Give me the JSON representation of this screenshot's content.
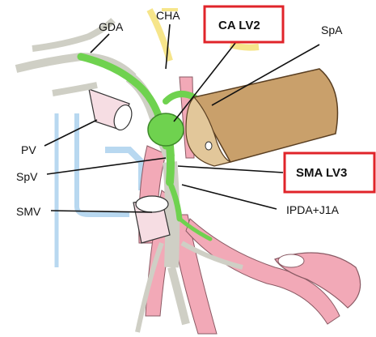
{
  "labels": {
    "gda": "GDA",
    "cha": "CHA",
    "ca_lv2": "CA LV2",
    "spa": "SpA",
    "pv": "PV",
    "spv": "SpV",
    "sma_lv3": "SMA LV3",
    "smv": "SMV",
    "ipda_j1a": "IPDA+J1A"
  },
  "colors": {
    "highlight_box": "#e0242a",
    "leader_line": "#111111",
    "artery": "#f2a9b7",
    "artery_outline": "#8a5a64",
    "vein": "#b8d8f0",
    "nerve": "#e9e9e0",
    "nerve_highlight": "#6fd24f",
    "hepatic_artery": "#f6e58a",
    "mesentery": "#c9a06b",
    "mesentery_shade": "#e2c79a"
  }
}
